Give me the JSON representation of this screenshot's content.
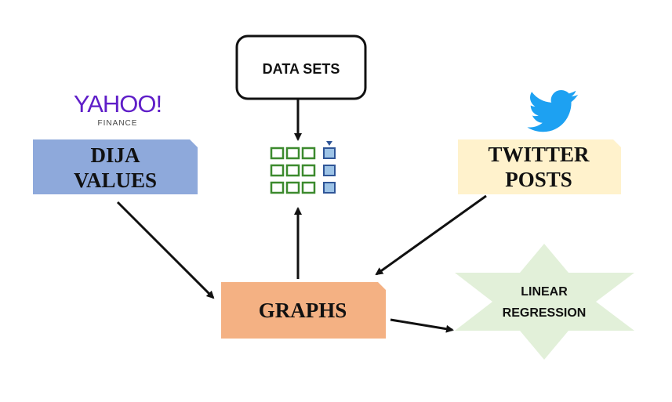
{
  "nodes": {
    "data_sets": {
      "label": "DATA SETS"
    },
    "yahoo": {
      "word": "YAHOO!",
      "sub": "FINANCE"
    },
    "dija": {
      "line1": "DIJA",
      "line2": "VALUES"
    },
    "twitter": {
      "line1": "TWITTER",
      "line2": "POSTS"
    },
    "graphs": {
      "label": "GRAPHS"
    },
    "regression": {
      "line1": "LINEAR",
      "line2": "REGRESSION"
    }
  },
  "icons": {
    "yahoo_logo": "yahoo-finance-logo",
    "twitter_logo": "twitter-bird-icon",
    "dataset_grid": "table-grid-icon"
  },
  "colors": {
    "dija_fill": "#8ea9db",
    "twitter_fill": "#fff2cc",
    "graphs_fill": "#f4b183",
    "regression_fill": "#e2f0d9",
    "grid_green": "#3c8a2e",
    "grid_blue": "#5b8fd6",
    "twitter_blue": "#1da1f2",
    "yahoo_purple": "#5f1ec8"
  },
  "edges": [
    {
      "from": "DATA SETS",
      "to": "table-grid"
    },
    {
      "from": "DIJA VALUES",
      "to": "GRAPHS"
    },
    {
      "from": "TWITTER POSTS",
      "to": "GRAPHS"
    },
    {
      "from": "GRAPHS",
      "to": "table-grid"
    },
    {
      "from": "GRAPHS",
      "to": "LINEAR REGRESSION"
    }
  ]
}
